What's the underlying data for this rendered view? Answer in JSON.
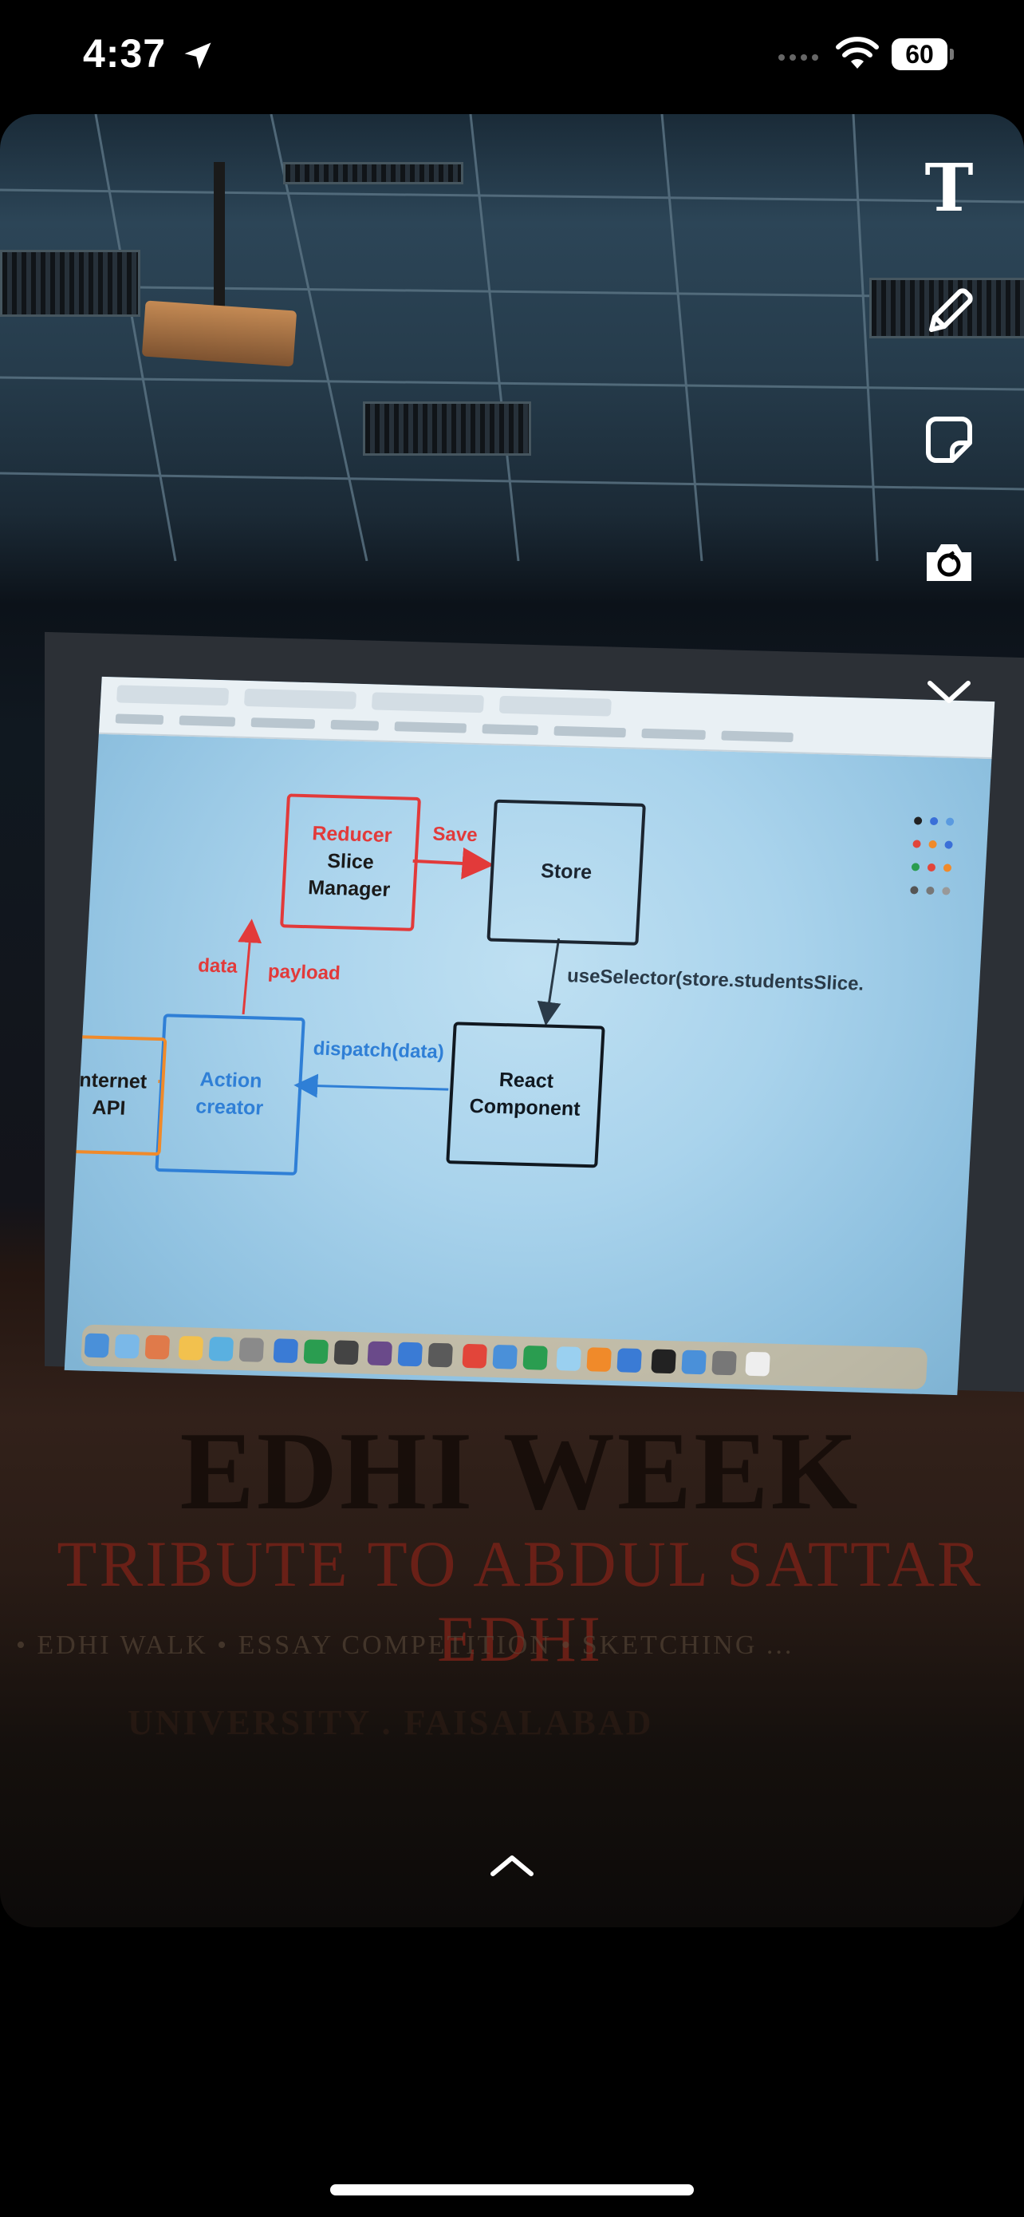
{
  "status_bar": {
    "time": "4:37",
    "battery": "60"
  },
  "editor_tools": [
    {
      "name": "text-tool",
      "glyph": "T"
    },
    {
      "name": "draw-tool"
    },
    {
      "name": "sticker-tool"
    },
    {
      "name": "camera-tool"
    },
    {
      "name": "more-tools-chevron"
    }
  ],
  "slide": {
    "nodes": {
      "reducer": {
        "title": "Reducer",
        "line1": "Slice",
        "line2": "Manager"
      },
      "store": {
        "label": "Store"
      },
      "react": {
        "line1": "React",
        "line2": "Component"
      },
      "action": {
        "line1": "Action",
        "line2": "creator"
      },
      "api": {
        "line1": "Internet",
        "line2": "API"
      }
    },
    "edges": {
      "save": "Save",
      "data": "data",
      "payload": "payload",
      "dispatch": "dispatch(data)",
      "selector": "useSelector(store.studentsSlice."
    }
  },
  "banner": {
    "headline": "EDHI WEEK",
    "subtitle": "TRIBUTE TO ABDUL SATTAR EDHI",
    "items": "• EDHI WALK    • ESSAY COMPETITION    • SKETCHING ...",
    "university": "UNIVERSITY . FAISALABAD"
  },
  "colors": {
    "reducer": "#e23a3a",
    "action": "#2f7fd6",
    "api": "#f08a2a",
    "dark": "#1c2530"
  }
}
